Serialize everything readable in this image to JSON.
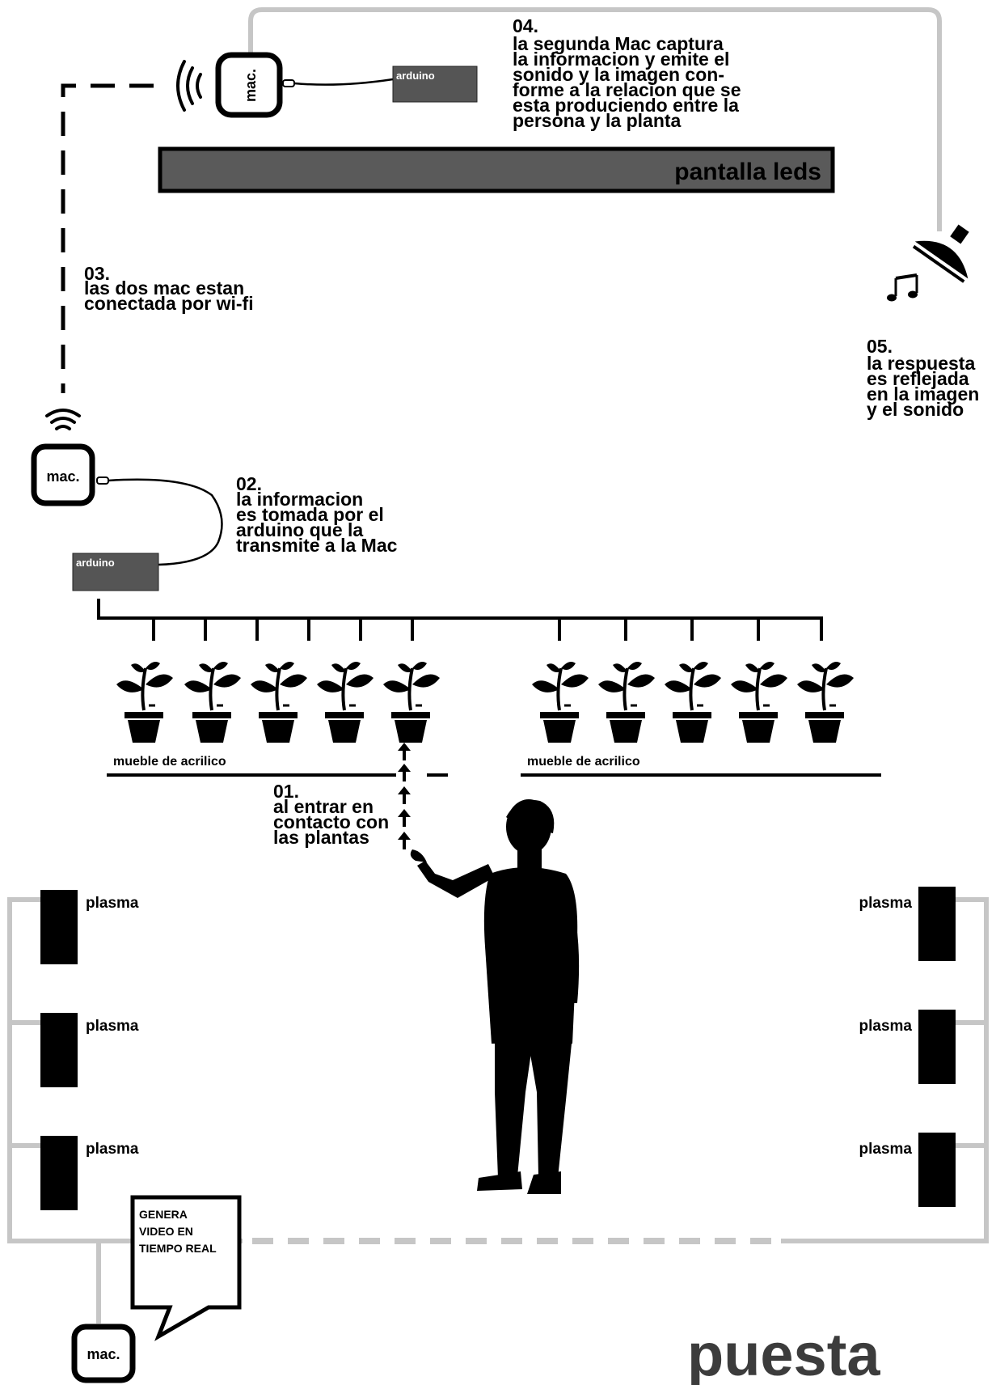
{
  "step01": {
    "num": "01.",
    "lines": [
      "al entrar en",
      "contacto con",
      "las plantas"
    ]
  },
  "step02": {
    "num": "02.",
    "lines": [
      "la informacion",
      "es tomada por el",
      "arduino que la",
      "transmite a la Mac"
    ]
  },
  "step03": {
    "num": "03.",
    "lines": [
      "las dos mac estan",
      "conectada por wi-fi"
    ]
  },
  "step04": {
    "num": "04.",
    "lines": [
      "la segunda Mac captura",
      "la informacion y emite el",
      "sonido y la imagen con-",
      "forme a la relacion que se",
      "esta produciendo entre la",
      "persona y la planta"
    ]
  },
  "step05": {
    "num": "05.",
    "lines": [
      "la respuesta",
      "es reflejada",
      "en la imagen",
      "y el sonido"
    ]
  },
  "mac_label": "mac.",
  "arduino_label": "arduino",
  "led_screen_label": "pantalla leds",
  "furniture_label": "mueble de acrilico",
  "plasma_label": "plasma",
  "bubble_lines": [
    "GENERA",
    "VIDEO EN",
    "TIEMPO REAL"
  ],
  "footer_title": "puesta",
  "icons": [
    "wifi-icon",
    "signal-waves-icon",
    "music-note-icon",
    "spotlight-icon",
    "plant-pot-icon",
    "arrow-up-icon",
    "person-silhouette-icon"
  ],
  "colors": {
    "ink": "#000000",
    "box_fill": "#555555",
    "wire_gray": "#c6c6c6",
    "title_gray": "#3c3c3c"
  }
}
